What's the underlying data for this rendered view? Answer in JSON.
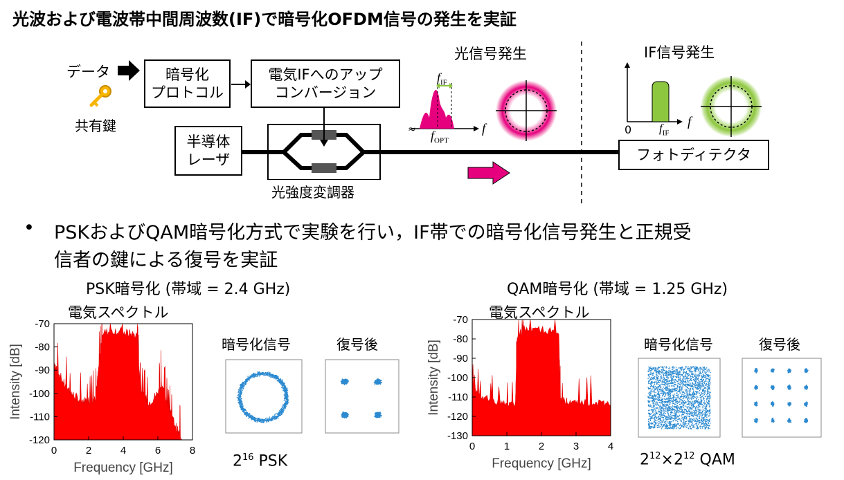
{
  "title": "光波および電波帯中間周波数(IF)で暗号化OFDM信号の発生を実証",
  "diagram": {
    "data_label": "データ",
    "key_label": "共有鍵",
    "encrypt_box": "暗号化\nプロトコル",
    "upconv_box": "電気IFへのアップ\nコンバージョン",
    "laser_box": "半導体\nレーザ",
    "modulator_label": "光強度変調器",
    "photodetector_box": "フォトディテクタ",
    "optical_gen_label": "光信号発生",
    "if_gen_label": "IF信号発生",
    "f_if": "f",
    "f_if_sub": "IF",
    "f_opt": "f",
    "f_opt_sub": "OPT",
    "f_axis": "f",
    "zero": "0",
    "colors": {
      "pink": "#e6007e",
      "green": "#8dc63f",
      "red": "#ff0000",
      "blue": "#2c8ad0"
    }
  },
  "bullet": {
    "mark": "•",
    "line1": "PSKおよびQAM暗号化方式で実験を行い，IF帯での暗号化信号発生と正規受",
    "line2": "信者の鍵による復号を実証"
  },
  "psk": {
    "heading": "PSK暗号化 (帯域 = 2.4 GHz)",
    "spectrum_label": "電気スペクトル",
    "enc_label": "暗号化信号",
    "dec_label": "復号後",
    "caption_base": "2",
    "caption_sup": "16",
    "caption_rest": " PSK"
  },
  "qam": {
    "heading": "QAM暗号化 (帯域 = 1.25 GHz)",
    "spectrum_label": "電気スペクトル",
    "enc_label": "暗号化信号",
    "dec_label": "復号後",
    "caption_a": "2",
    "caption_a_sup": "12",
    "caption_mid": "×2",
    "caption_b_sup": "12",
    "caption_rest": " QAM"
  },
  "chart_data": [
    {
      "type": "area",
      "xlabel": "Frequency [GHz]",
      "ylabel": "Intensity [dB]",
      "xlim": [
        0,
        8
      ],
      "ylim": [
        -120,
        -70
      ],
      "xticks": [
        "0",
        "2",
        "4",
        "6",
        "8"
      ],
      "yticks": [
        "-70",
        "-80",
        "-90",
        "-100",
        "-110",
        "-120"
      ],
      "x": [
        0,
        0.5,
        1.0,
        1.5,
        2.0,
        2.4,
        2.6,
        2.8,
        3.5,
        4.2,
        4.8,
        5.0,
        5.5,
        6.0,
        6.2,
        6.5,
        6.8,
        7.2,
        7.4
      ],
      "y": [
        -86,
        -95,
        -100,
        -103,
        -103,
        -102,
        -88,
        -74,
        -73,
        -74,
        -75,
        -100,
        -104,
        -100,
        -96,
        -103,
        -110,
        -117,
        -120
      ]
    },
    {
      "type": "area",
      "xlabel": "Frequency [GHz]",
      "ylabel": "Intensity [dB]",
      "xlim": [
        0,
        4
      ],
      "ylim": [
        -130,
        -70
      ],
      "xticks": [
        "0",
        "1",
        "2",
        "3",
        "4"
      ],
      "yticks": [
        "-70",
        "-80",
        "-90",
        "-100",
        "-110",
        "-120",
        "-130"
      ],
      "x": [
        0,
        0.3,
        0.6,
        1.0,
        1.25,
        1.3,
        1.5,
        2.0,
        2.5,
        2.55,
        2.8,
        3.2,
        3.6,
        4.0
      ],
      "y": [
        -105,
        -110,
        -112,
        -114,
        -113,
        -78,
        -75,
        -75,
        -77,
        -112,
        -112,
        -113,
        -113,
        -114
      ]
    }
  ]
}
